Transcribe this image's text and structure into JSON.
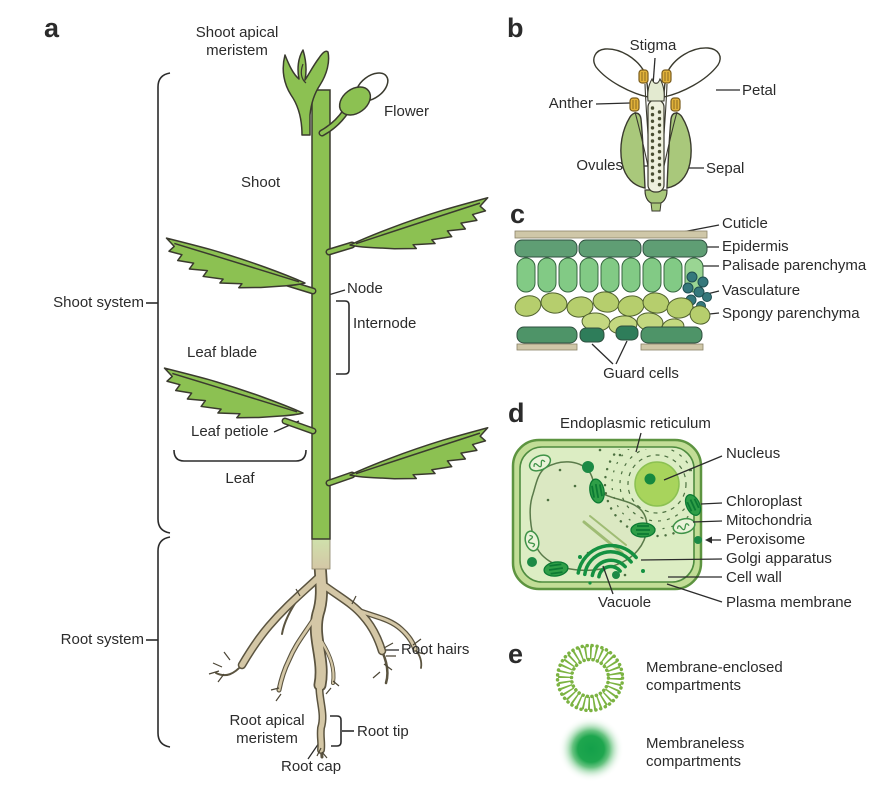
{
  "figure": {
    "type": "scientific-diagram",
    "subject": "Plant anatomy: whole plant, flower, leaf cross-section, plant cell, compartments"
  },
  "colors": {
    "plant_green": "#8cc152",
    "outline_dark": "#3a3a2e",
    "root_tan": "#d4c7a6",
    "sepal_green": "#a9c87b",
    "anther_yellow": "#e2b23a",
    "cuticle_tan": "#cfc7a8",
    "epidermis_green": "#5f9e74",
    "palisade_green": "#82ca85",
    "spongy_green": "#b6ce6d",
    "vascular_teal": "#35787c",
    "guard_green": "#2e7d5a",
    "cell_wall_band": "#c2dd96",
    "cytoplasm": "#dcedc3",
    "vacuole": "#dbe8c2",
    "nucleus_green": "#a8d45c",
    "organelle_dark_green": "#1c8a45",
    "membrane_ring_green": "#7cb342",
    "membraneless_green": "#16a34a",
    "label_text": "#2b2b2b"
  },
  "panel_a": {
    "letter": "a",
    "shoot_apical_meristem": "Shoot apical\nmeristem",
    "flower": "Flower",
    "shoot": "Shoot",
    "node": "Node",
    "internode": "Internode",
    "leaf_blade": "Leaf blade",
    "leaf_petiole": "Leaf petiole",
    "leaf": "Leaf",
    "shoot_system": "Shoot system",
    "root_system": "Root system",
    "root_hairs": "Root hairs",
    "root_apical_meristem": "Root apical\nmeristem",
    "root_tip": "Root tip",
    "root_cap": "Root cap"
  },
  "panel_b": {
    "letter": "b",
    "stigma": "Stigma",
    "anther": "Anther",
    "petal": "Petal",
    "ovules": "Ovules",
    "sepal": "Sepal"
  },
  "panel_c": {
    "letter": "c",
    "cuticle": "Cuticle",
    "epidermis": "Epidermis",
    "palisade": "Palisade parenchyma",
    "vasculature": "Vasculature",
    "spongy": "Spongy parenchyma",
    "guard_cells": "Guard cells"
  },
  "panel_d": {
    "letter": "d",
    "er": "Endoplasmic reticulum",
    "nucleus": "Nucleus",
    "chloroplast": "Chloroplast",
    "mitochondria": "Mitochondria",
    "peroxisome": "Peroxisome",
    "golgi": "Golgi apparatus",
    "cell_wall": "Cell wall",
    "plasma_membrane": "Plasma membrane",
    "vacuole": "Vacuole"
  },
  "panel_e": {
    "letter": "e",
    "membrane_enclosed": "Membrane-enclosed\ncompartments",
    "membraneless": "Membraneless\ncompartments"
  }
}
